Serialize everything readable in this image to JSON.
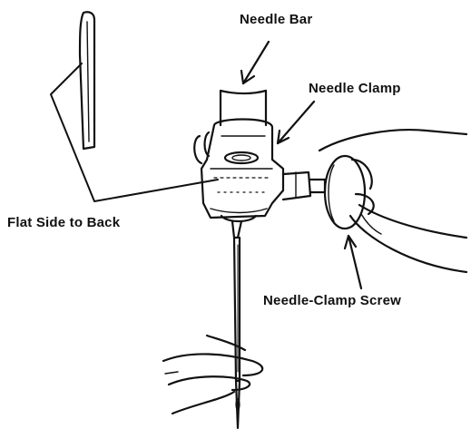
{
  "labels": {
    "needle_bar": "Needle Bar",
    "needle_clamp": "Needle Clamp",
    "flat_side": "Flat Side to Back",
    "clamp_screw": "Needle-Clamp Screw"
  },
  "colors": {
    "ink": "#111111",
    "background": "#ffffff"
  }
}
